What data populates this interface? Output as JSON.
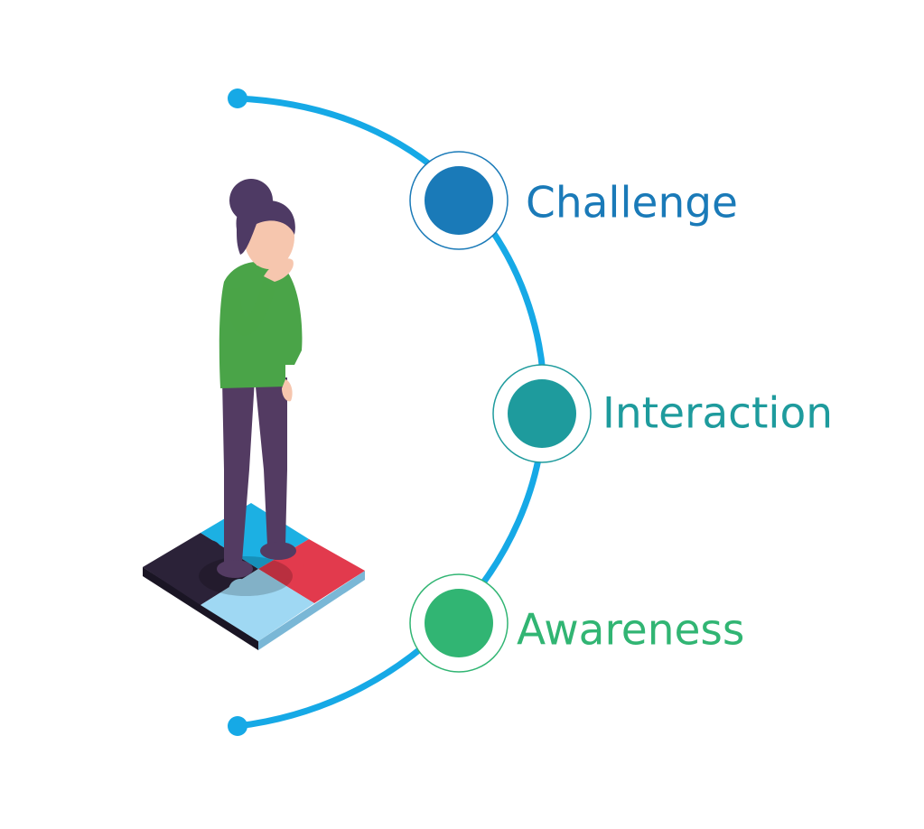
{
  "diagram": {
    "stages": [
      {
        "label": "Challenge",
        "color": "#1a7ab8"
      },
      {
        "label": "Interaction",
        "color": "#1e9b9d"
      },
      {
        "label": "Awareness",
        "color": "#31b573"
      }
    ],
    "arc_color": "#16a9e6",
    "figure": {
      "hair_color": "#4e3a64",
      "skin_color": "#f6c6ae",
      "shirt_color": "#4aa448",
      "pants_color": "#533b62",
      "puzzle_colors": [
        "#2b2238",
        "#1cb0e3",
        "#e23a4d",
        "#9fd8f3"
      ]
    }
  }
}
